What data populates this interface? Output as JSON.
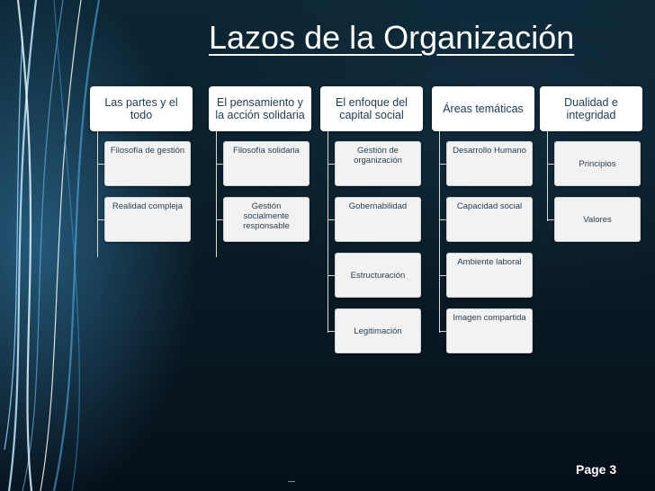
{
  "title": "Lazos de la Organización",
  "columns": [
    {
      "head": "Las partes y el todo",
      "items": [
        "Filosofía de gestión",
        "Realidad compleja"
      ]
    },
    {
      "head": "El pensamiento y la acción solidaria",
      "items": [
        "Filosofía solidaria",
        "Gestión socialmente responsable"
      ]
    },
    {
      "head": "El enfoque del capital social",
      "items": [
        "Gestión de organización",
        "Gobernabilidad",
        "Estructuración",
        "Legitimación"
      ]
    },
    {
      "head": "Áreas temáticas",
      "items": [
        "Desarrollo Humano",
        "Capacidad social",
        "Ambiente laboral",
        "Imagen compartida"
      ]
    },
    {
      "head": "Dualidad e integridad",
      "items": [
        "Principios",
        "Valores"
      ]
    }
  ],
  "footer": {
    "page_label": "Page 3"
  },
  "colors": {
    "head_text": "#1f3a52",
    "item_bg": "#f2f2f2",
    "background": "#07121a"
  }
}
